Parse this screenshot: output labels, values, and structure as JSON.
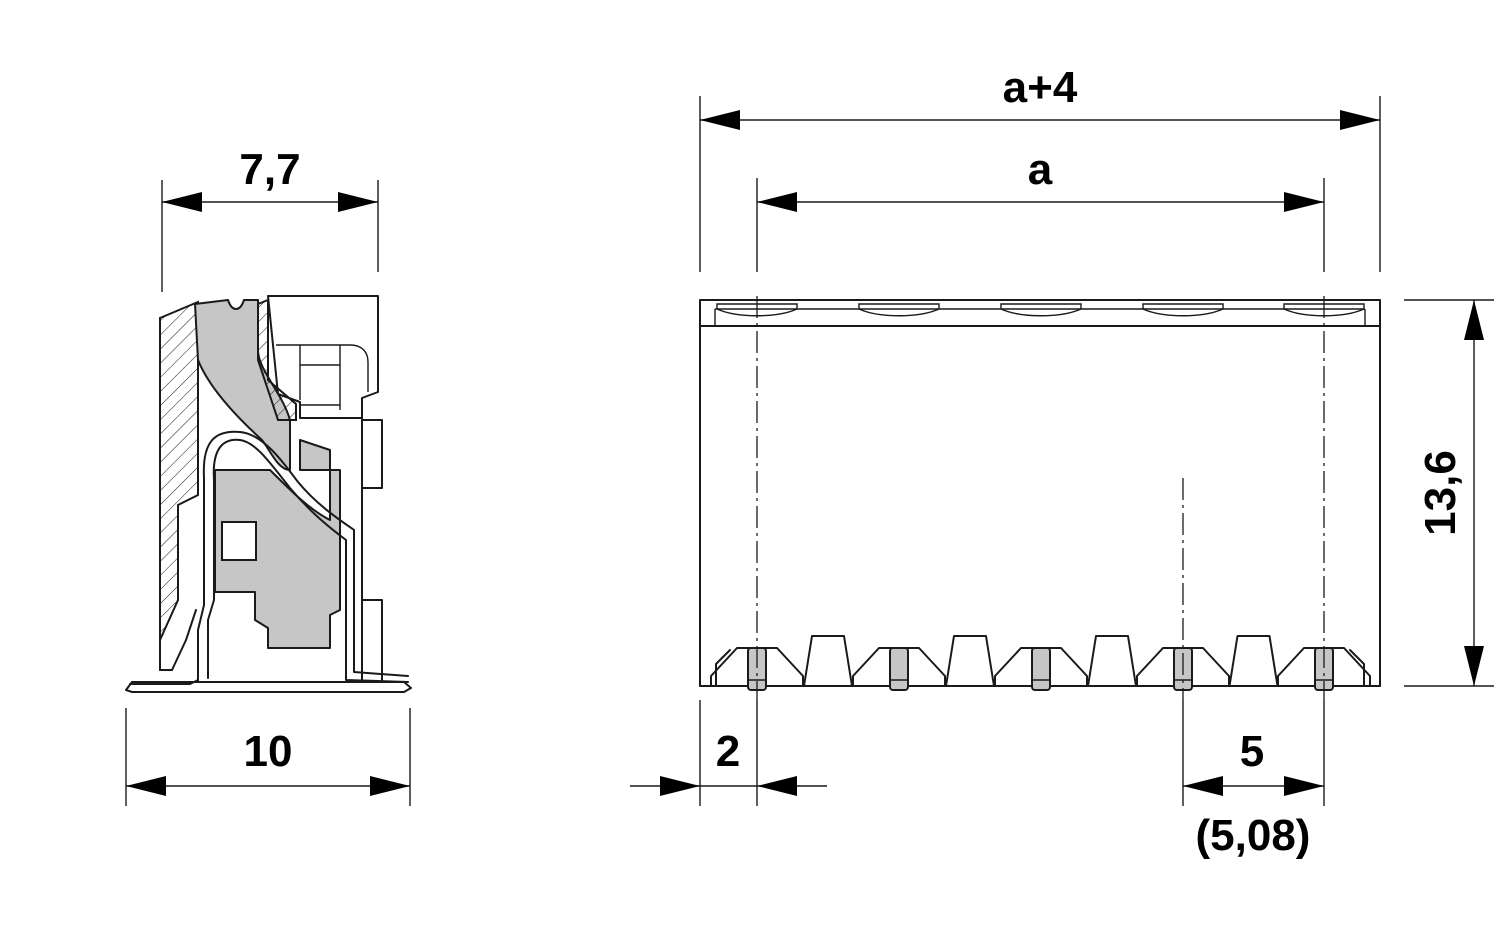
{
  "dimensions": {
    "side_width_top": "7,7",
    "side_width_bottom": "10",
    "overall_length": "a+4",
    "pitch_length": "a",
    "height": "13,6",
    "edge_offset": "2",
    "pitch": "5",
    "pitch_alt": "(5,08)"
  },
  "colors": {
    "line": "#1a1a1a",
    "fill_gray": "#c6c6c6",
    "background": "#ffffff"
  }
}
